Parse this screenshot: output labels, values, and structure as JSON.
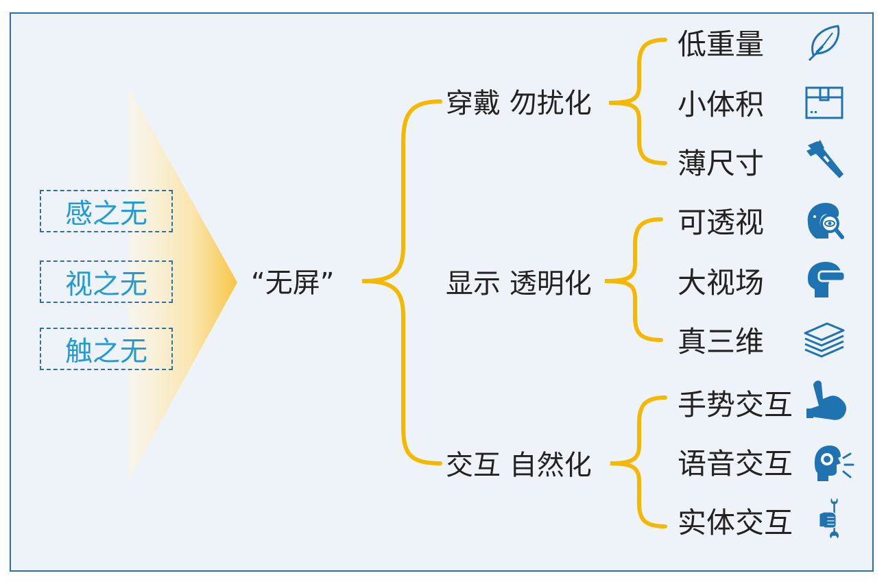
{
  "left_items": [
    "感之无",
    "视之无",
    "触之无"
  ],
  "root": "“无屏”",
  "branches": [
    {
      "label": "穿戴 勿扰化",
      "items": [
        "低重量",
        "小体积",
        "薄尺寸"
      ]
    },
    {
      "label": "显示 透明化",
      "items": [
        "可透视",
        "大视场",
        "真三维"
      ]
    },
    {
      "label": "交互 自然化",
      "items": [
        "手势交互",
        "语音交互",
        "实体交互"
      ]
    }
  ],
  "icons": [
    "feather-icon",
    "box-icon",
    "caliper-icon",
    "eye-magnifier-icon",
    "vr-headset-icon",
    "layers-icon",
    "pointing-hand-icon",
    "voice-head-icon",
    "hand-wrench-icon"
  ],
  "colors": {
    "brace": "#f5b800",
    "icon": "#1e73b0",
    "box_text": "#1f9bd6",
    "border": "#2e6fa3",
    "background": "#eef2f9"
  }
}
